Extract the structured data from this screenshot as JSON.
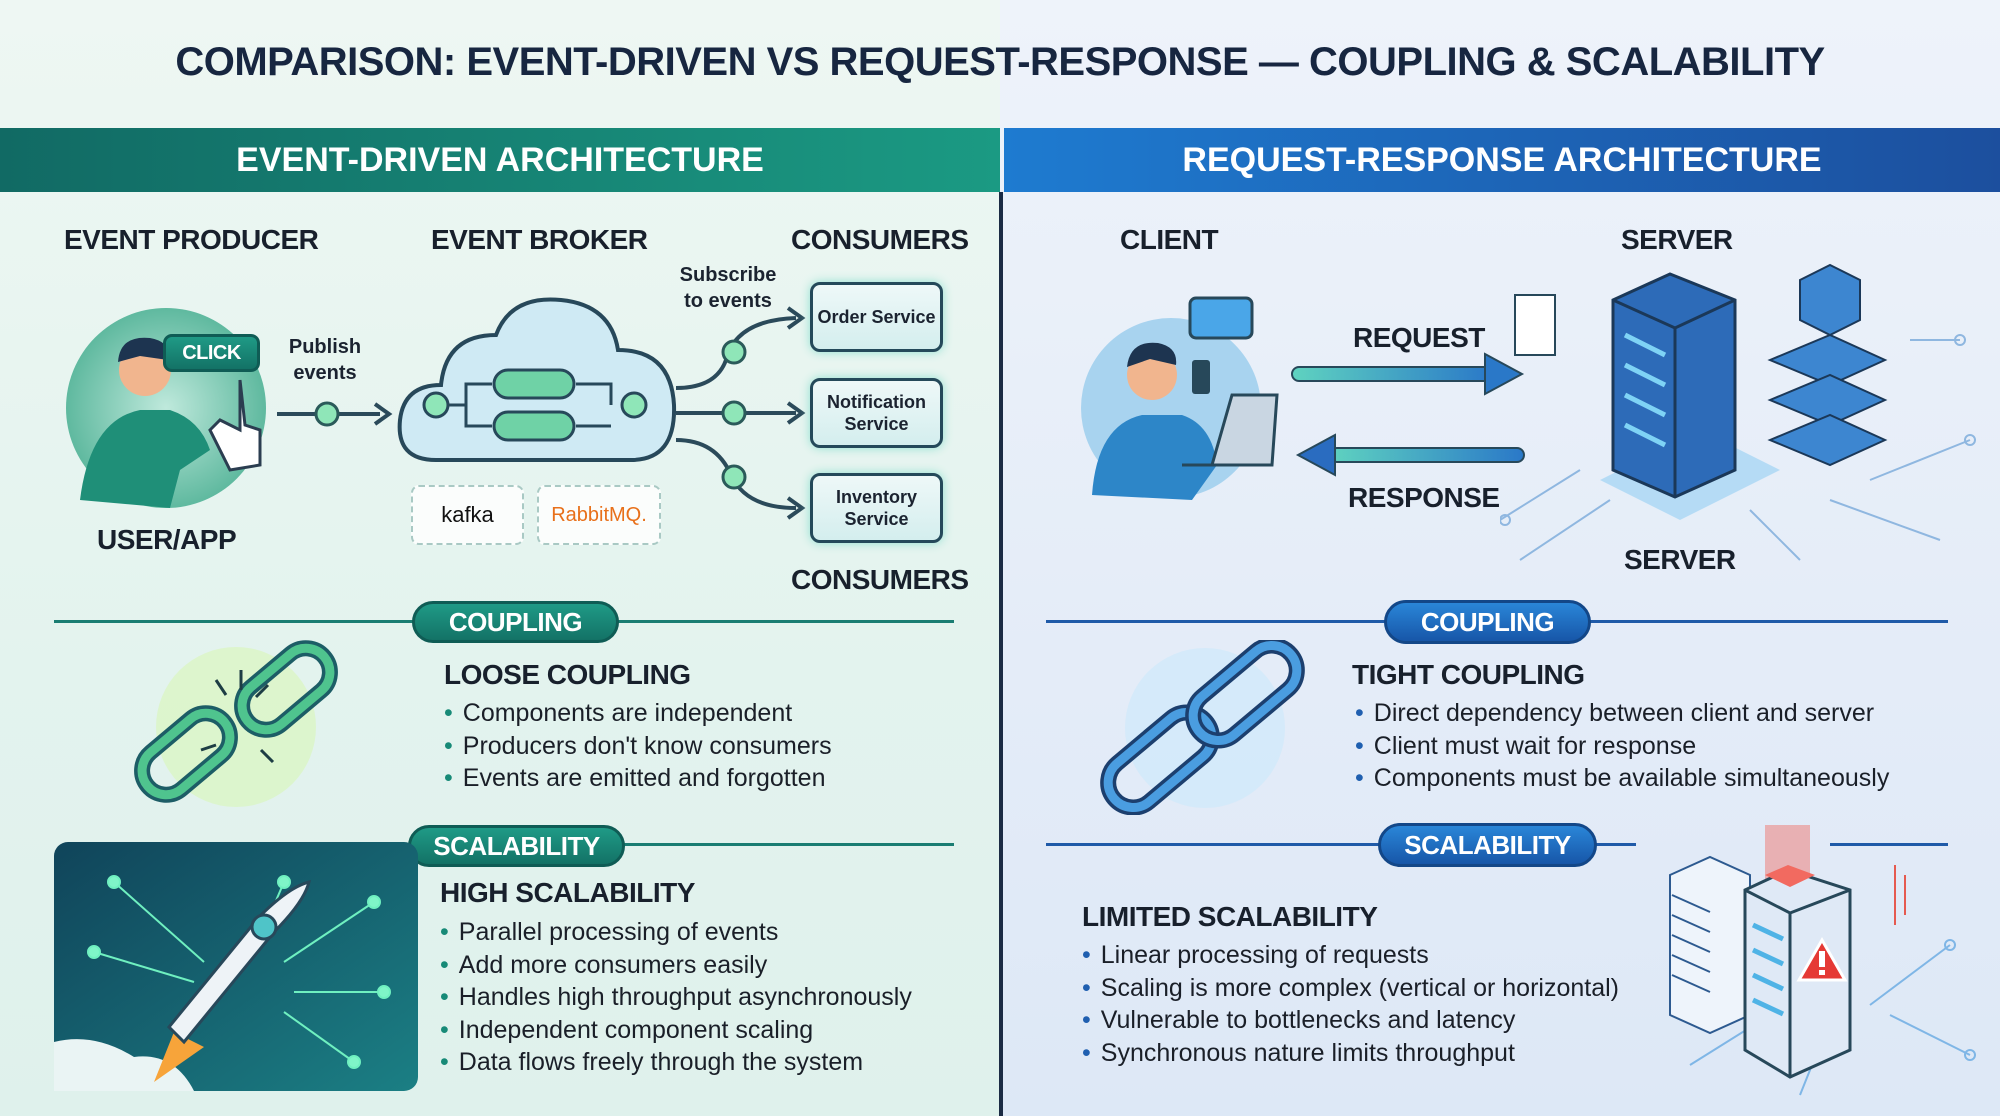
{
  "title": "COMPARISON: EVENT-DRIVEN VS REQUEST-RESPONSE — COUPLING & SCALABILITY",
  "left": {
    "header": "EVENT-DRIVEN ARCHITECTURE",
    "producer_label": "EVENT PRODUCER",
    "broker_label": "EVENT BROKER",
    "consumers_label": "CONSUMERS",
    "consumers_label_bottom": "CONSUMERS",
    "click_button": "CLICK",
    "user_label": "USER/APP",
    "publish": "Publish events",
    "subscribe": "Subscribe to events",
    "brokers": [
      "kafka",
      "RabbitMQ."
    ],
    "services": [
      "Order Service",
      "Notification Service",
      "Inventory Service"
    ],
    "coupling": {
      "pill": "COUPLING",
      "heading": "LOOSE COUPLING",
      "bullets": [
        "Components are independent",
        "Producers don't know consumers",
        "Events are emitted and forgotten"
      ]
    },
    "scalability": {
      "pill": "SCALABILITY",
      "heading": "HIGH SCALABILITY",
      "bullets": [
        "Parallel processing of events",
        "Add more consumers easily",
        "Handles high throughput asynchronously",
        "Independent component scaling",
        "Data flows freely through the system"
      ]
    }
  },
  "right": {
    "header": "REQUEST-RESPONSE ARCHITECTURE",
    "client_label": "CLIENT",
    "server_label": "SERVER",
    "server_label_bottom": "SERVER",
    "request": "REQUEST",
    "response": "RESPONSE",
    "coupling": {
      "pill": "COUPLING",
      "heading": "TIGHT COUPLING",
      "bullets": [
        "Direct dependency between client and server",
        "Client must wait for response",
        "Components must be available simultaneously"
      ]
    },
    "scalability": {
      "pill": "SCALABILITY",
      "heading": "LIMITED SCALABILITY",
      "bullets": [
        "Linear processing of requests",
        "Scaling is more complex (vertical or horizontal)",
        "Vulnerable to bottlenecks and latency",
        "Synchronous nature limits throughput"
      ]
    }
  },
  "colors": {
    "teal": "#1a8a78",
    "blue": "#1f5fb0",
    "title": "#172640",
    "warning": "#e53935"
  }
}
